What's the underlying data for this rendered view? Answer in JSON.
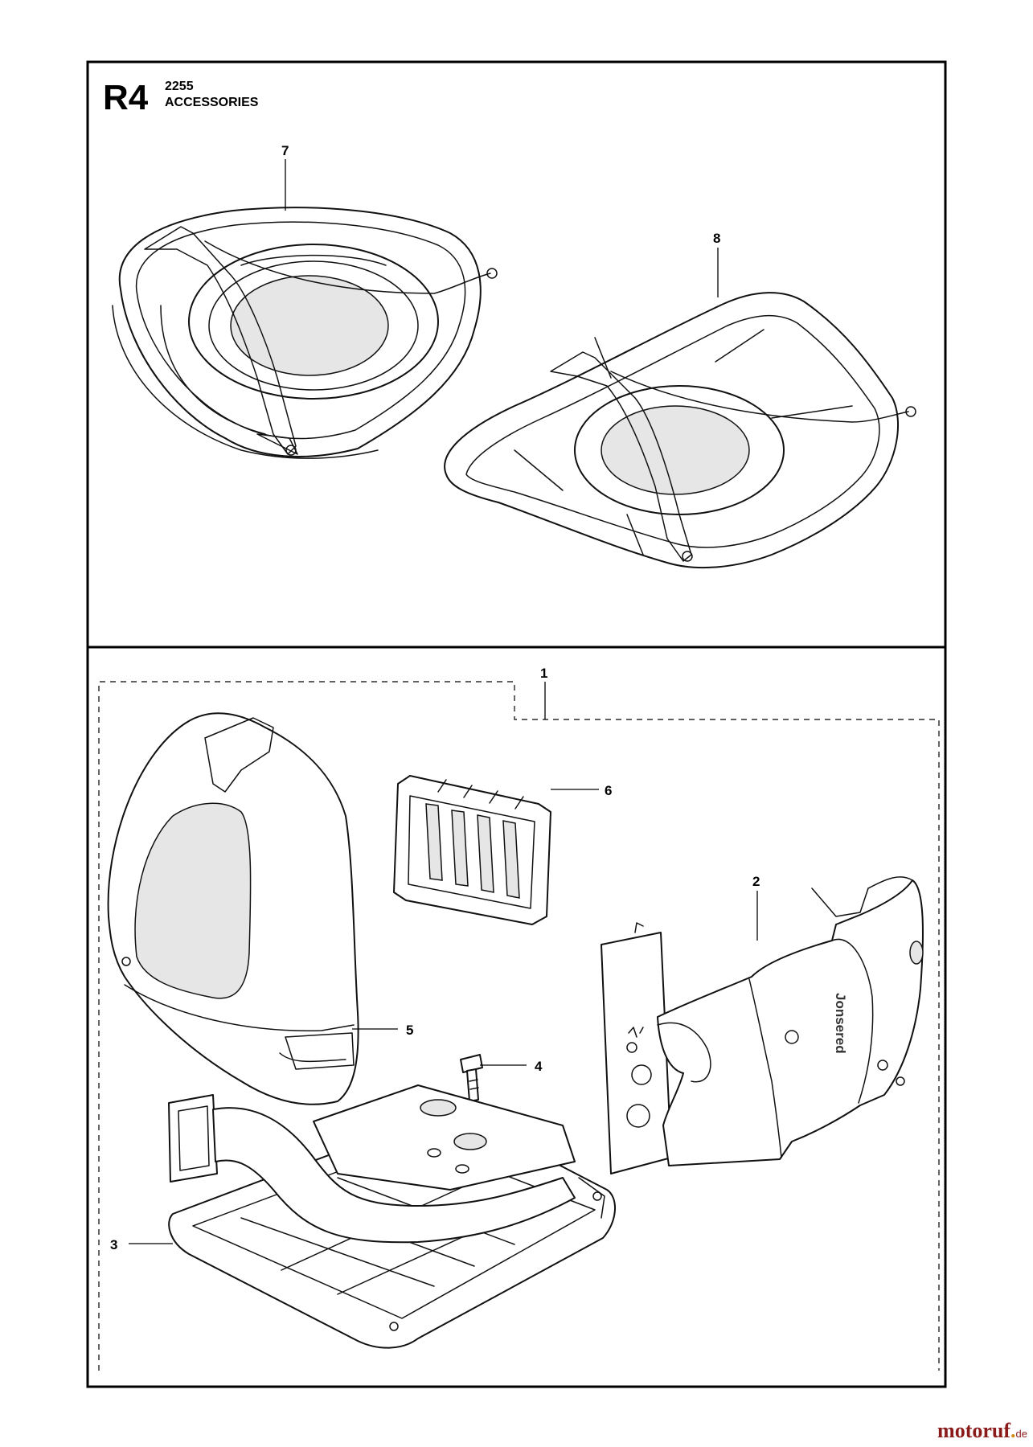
{
  "header": {
    "code": "R4",
    "model": "2255",
    "section": "ACCESSORIES"
  },
  "callouts": {
    "c1": "1",
    "c2": "2",
    "c3": "3",
    "c4": "4",
    "c5": "5",
    "c6": "6",
    "c7": "7",
    "c8": "8"
  },
  "side_logo": "Jonsered",
  "watermark": {
    "main": "motoruf",
    "tld": "de"
  },
  "colors": {
    "watermark_red": "#8b1a1a",
    "watermark_orange": "#d08a14"
  }
}
